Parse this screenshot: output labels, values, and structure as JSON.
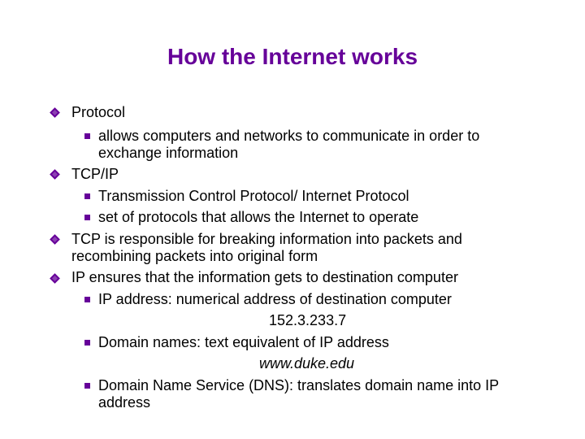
{
  "title": "How the Internet works",
  "colors": {
    "title": "#660099",
    "bullet": "#660099",
    "text": "#000000"
  },
  "bullet_icons": {
    "level1": "diamond-bullet-icon",
    "level2": "square-bullet-icon"
  },
  "bullets": [
    {
      "text": "Protocol",
      "subs": [
        {
          "lines": [
            "allows computers and networks to communicate in order to",
            "exchange information"
          ]
        }
      ]
    },
    {
      "text": "TCP/IP",
      "subs": [
        {
          "lines": [
            "Transmission Control Protocol/ Internet Protocol"
          ]
        },
        {
          "lines": [
            "set of protocols that allows the Internet to operate"
          ]
        }
      ]
    },
    {
      "lines": [
        "TCP is responsible for breaking information into packets and",
        "recombining packets into original form"
      ]
    },
    {
      "text": "IP ensures that the information gets to destination computer",
      "subs": [
        {
          "lines": [
            "IP address: numerical address of destination computer"
          ],
          "example": "152.3.233.7"
        },
        {
          "lines": [
            "Domain names: text equivalent of IP address"
          ],
          "example": "www.duke.edu"
        },
        {
          "lines": [
            "Domain Name Service (DNS): translates domain name into IP",
            "address"
          ]
        }
      ]
    }
  ]
}
